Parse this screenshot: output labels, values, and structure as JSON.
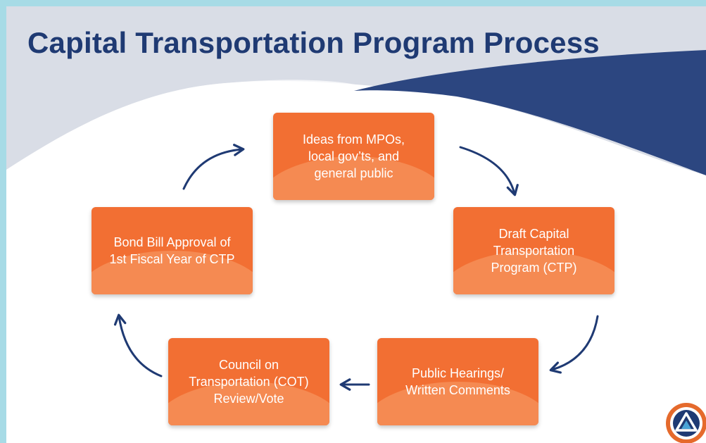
{
  "slide": {
    "title": "Capital Transportation Program Process"
  },
  "steps": [
    {
      "label": "Ideas from MPOs,\nlocal gov’ts, and\ngeneral public"
    },
    {
      "label": "Draft Capital\nTransportation\nProgram (CTP)"
    },
    {
      "label": "Public Hearings/\nWritten Comments"
    },
    {
      "label": "Council on\nTransportation (COT)\nReview/Vote"
    },
    {
      "label": "Bond Bill Approval of\n1st Fiscal Year of CTP"
    }
  ],
  "colors": {
    "title": "#1f3a73",
    "box": "#f26f33",
    "arrow": "#1f3a73",
    "band_gray": "#d9dde6",
    "band_navy": "#2c4680",
    "frame": "#a7dbe6"
  },
  "icons": {
    "logo": "transportation-agency-logo-icon"
  }
}
